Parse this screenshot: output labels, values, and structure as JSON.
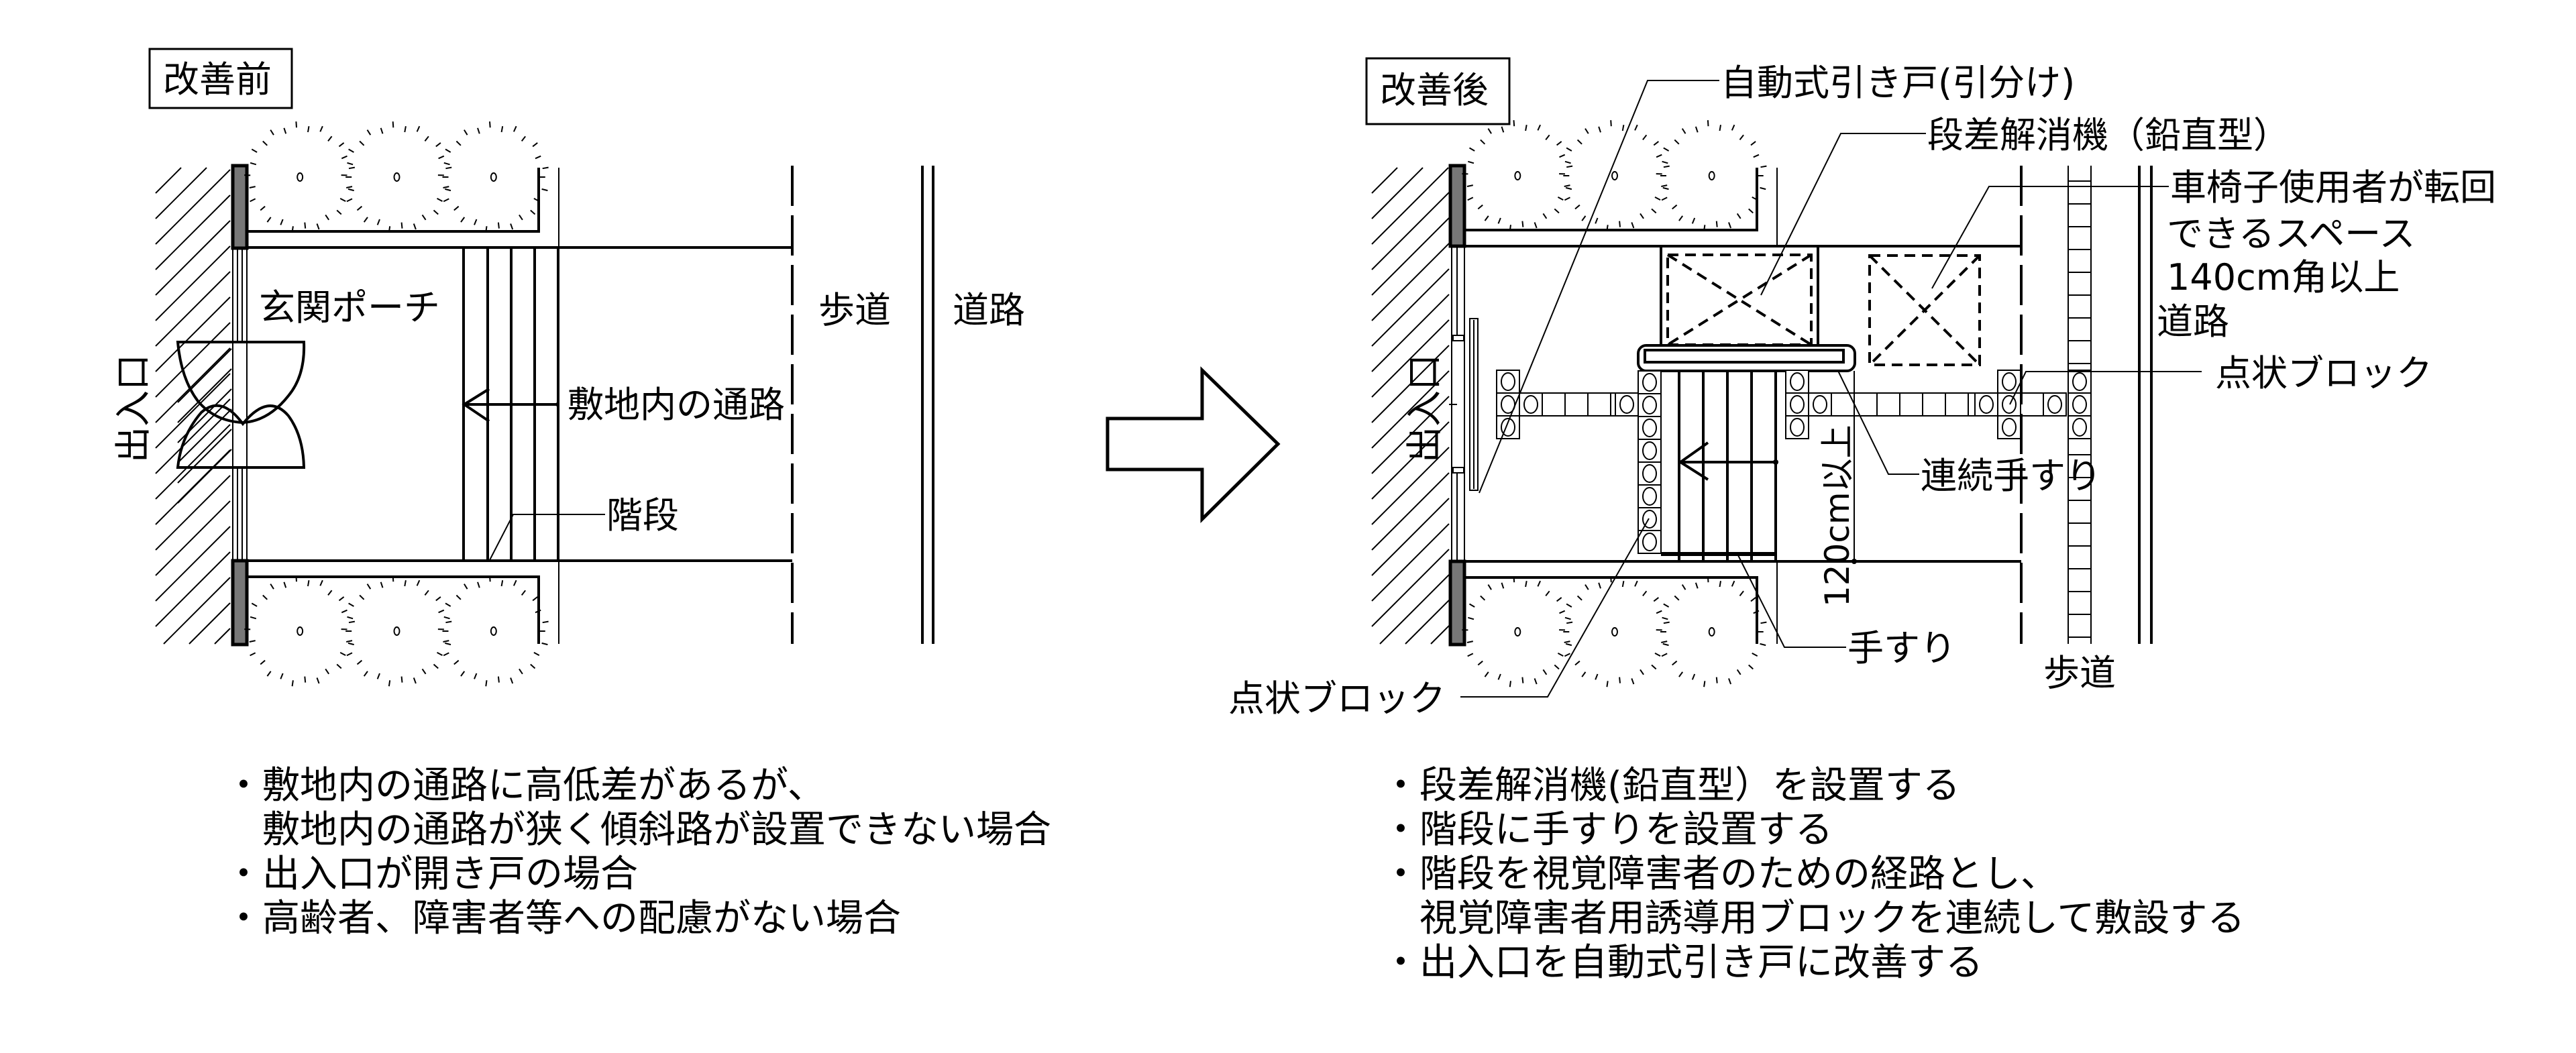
{
  "before": {
    "title": "改善前",
    "labels": {
      "entrance": "出入口",
      "porch": "玄関ポーチ",
      "site_path": "敷地内の通路",
      "stairs": "階段",
      "sidewalk": "歩道",
      "road": "道路"
    },
    "notes": [
      "・敷地内の通路に高低差があるが、",
      "　敷地内の通路が狭く傾斜路が設置できない場合",
      "・出入口が開き戸の場合",
      "・高齢者、障害者等への配慮がない場合"
    ]
  },
  "arrow": {
    "icon": "right-arrow-icon"
  },
  "after": {
    "title": "改善後",
    "labels": {
      "entrance": "出入口",
      "auto_door": "自動式引き戸(引分け)",
      "lift": "段差解消機（鉛直型）",
      "turning_space_1": "車椅子使用者が転回",
      "turning_space_2": "できるスペース",
      "turning_space_3": "140cm角以上",
      "road": "道路",
      "tactile_block_right": "点状ブロック",
      "continuous_handrail": "連続手すり",
      "width_dimension": "120cm以上",
      "handrail": "手すり",
      "sidewalk": "歩道",
      "tactile_block_left": "点状ブロック"
    },
    "notes": [
      "・段差解消機(鉛直型）を設置する",
      "・階段に手すりを設置する",
      "・階段を視覚障害者のための経路とし、",
      "　視覚障害者用誘導用ブロックを連続して敷設する",
      "・出入口を自動式引き戸に改善する"
    ]
  }
}
